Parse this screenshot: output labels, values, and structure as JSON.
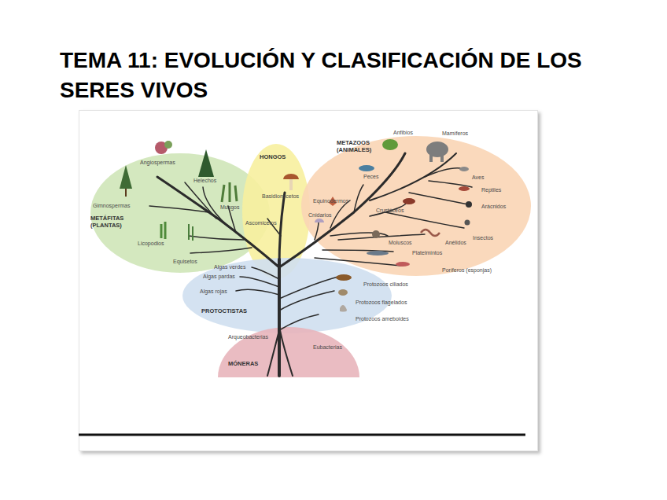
{
  "diagram": {
    "title": "TEMA 11: EVOLUCIÓN Y CLASIFICACIÓN DE LOS SERES VIVOS",
    "nodes": [
      {
        "text": [
          "METÁFITAS (PLANTAS)"
        ]
      },
      {
        "text": [
          "HONGOS"
        ]
      },
      {
        "text": [
          "METAZOOS (ANIMALES)"
        ]
      },
      {
        "text": [
          "PROTOCTISTAS"
        ]
      },
      {
        "text": [
          "MÓNERAS"
        ]
      }
    ],
    "labels": [
      "Angiospermas",
      "Helechos",
      "Gimnospermas",
      "Musgos",
      "Licopodios",
      "Equisetos",
      "Basidiomicetos",
      "Ascomicetos",
      "Anfibios",
      "Mamíferos",
      "Aves",
      "Reptiles",
      "Arácnidos",
      "Insectos",
      "Peces",
      "Equinodermos",
      "Crustáceos",
      "Cnidarios",
      "Moluscos",
      "Anélidos",
      "Platelmintos",
      "Poríferos (esponjas)",
      "Algas verdes",
      "Algas pardas",
      "Algas rojas",
      "Protozoos ciliados",
      "Protozoos flagelados",
      "Protozoos ameboides",
      "Arqueobacterias",
      "Eubacterias"
    ]
  }
}
